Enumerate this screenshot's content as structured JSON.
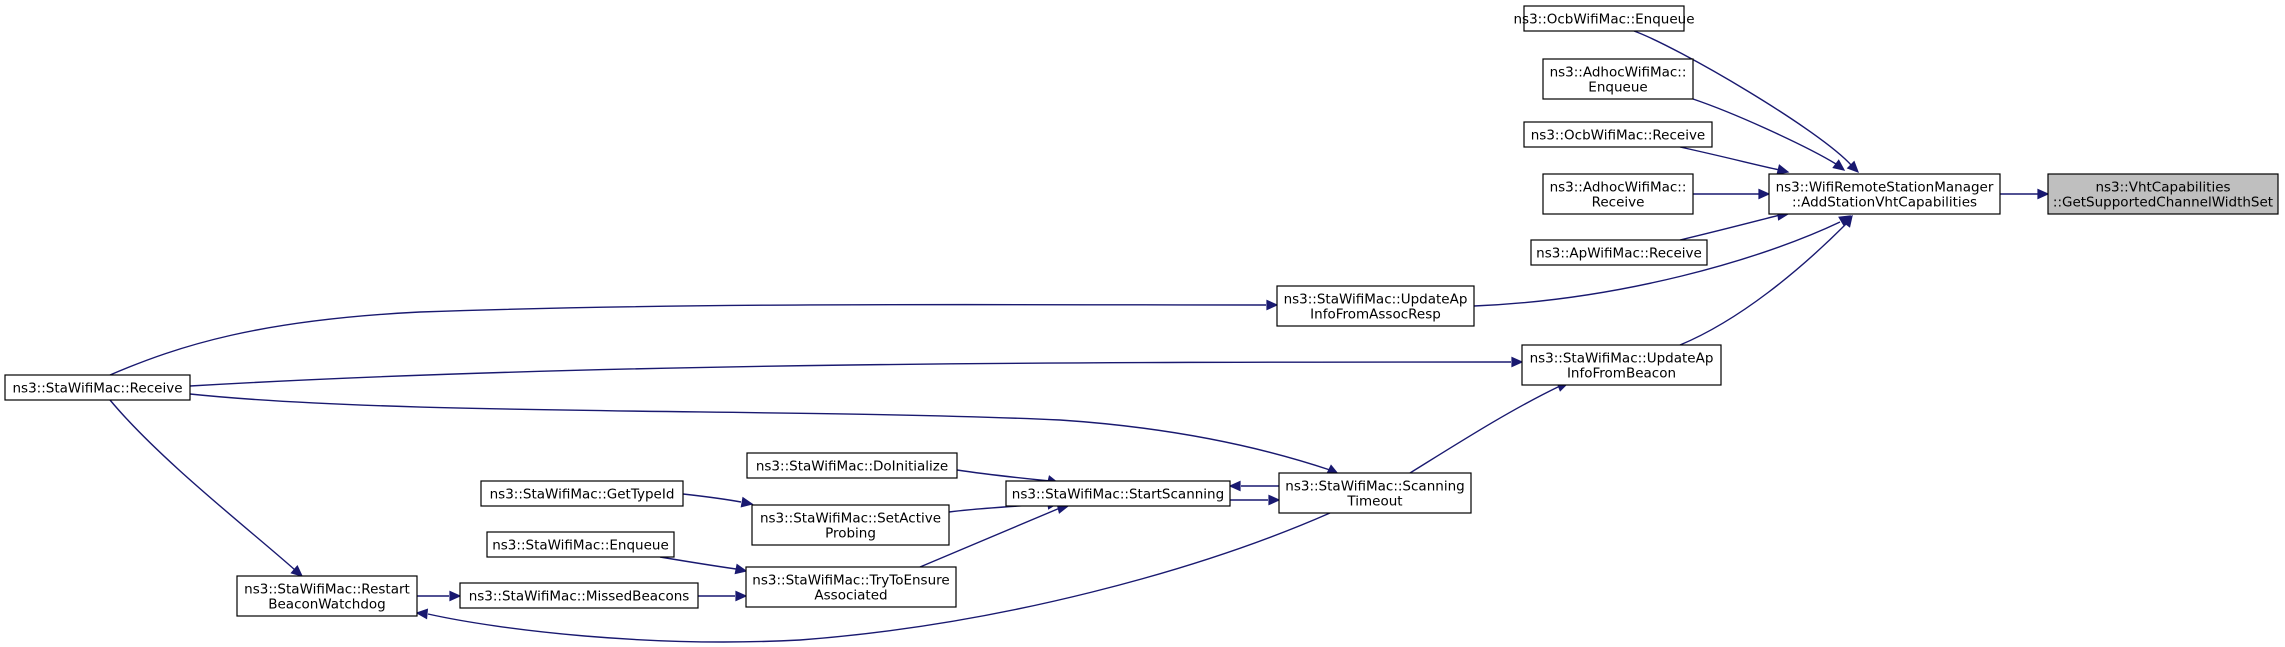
{
  "graph": {
    "nodes": [
      {
        "id": "n0",
        "name": "node-vht-get-supported-channel-width-set",
        "lines": [
          "ns3::VhtCapabilities",
          "::GetSupportedChannelWidthSet"
        ],
        "highlight": true
      },
      {
        "id": "n1",
        "name": "node-wifi-remote-station-manager-add-station-vht-capabilities",
        "lines": [
          "ns3::WifiRemoteStationManager",
          "::AddStationVhtCapabilities"
        ]
      },
      {
        "id": "n2",
        "name": "node-ocb-wifi-mac-enqueue",
        "lines": [
          "ns3::OcbWifiMac::Enqueue"
        ]
      },
      {
        "id": "n3",
        "name": "node-adhoc-wifi-mac-enqueue",
        "lines": [
          "ns3::AdhocWifiMac::",
          "Enqueue"
        ]
      },
      {
        "id": "n4",
        "name": "node-ocb-wifi-mac-receive",
        "lines": [
          "ns3::OcbWifiMac::Receive"
        ]
      },
      {
        "id": "n5",
        "name": "node-adhoc-wifi-mac-receive",
        "lines": [
          "ns3::AdhocWifiMac::",
          "Receive"
        ]
      },
      {
        "id": "n6",
        "name": "node-ap-wifi-mac-receive",
        "lines": [
          "ns3::ApWifiMac::Receive"
        ]
      },
      {
        "id": "n7",
        "name": "node-sta-wifi-mac-update-ap-info-from-assoc-resp",
        "lines": [
          "ns3::StaWifiMac::UpdateAp",
          "InfoFromAssocResp"
        ]
      },
      {
        "id": "n8",
        "name": "node-sta-wifi-mac-update-ap-info-from-beacon",
        "lines": [
          "ns3::StaWifiMac::UpdateAp",
          "InfoFromBeacon"
        ]
      },
      {
        "id": "n9",
        "name": "node-sta-wifi-mac-receive",
        "lines": [
          "ns3::StaWifiMac::Receive"
        ]
      },
      {
        "id": "n10",
        "name": "node-sta-wifi-mac-scanning-timeout",
        "lines": [
          "ns3::StaWifiMac::Scanning",
          "Timeout"
        ]
      },
      {
        "id": "n11",
        "name": "node-sta-wifi-mac-start-scanning",
        "lines": [
          "ns3::StaWifiMac::StartScanning"
        ]
      },
      {
        "id": "n12",
        "name": "node-sta-wifi-mac-do-initialize",
        "lines": [
          "ns3::StaWifiMac::DoInitialize"
        ]
      },
      {
        "id": "n13",
        "name": "node-sta-wifi-mac-set-active-probing",
        "lines": [
          "ns3::StaWifiMac::SetActive",
          "Probing"
        ]
      },
      {
        "id": "n14",
        "name": "node-sta-wifi-mac-get-type-id",
        "lines": [
          "ns3::StaWifiMac::GetTypeId"
        ]
      },
      {
        "id": "n15",
        "name": "node-sta-wifi-mac-try-to-ensure-associated",
        "lines": [
          "ns3::StaWifiMac::TryToEnsure",
          "Associated"
        ]
      },
      {
        "id": "n16",
        "name": "node-sta-wifi-mac-enqueue",
        "lines": [
          "ns3::StaWifiMac::Enqueue"
        ]
      },
      {
        "id": "n17",
        "name": "node-sta-wifi-mac-restart-beacon-watchdog",
        "lines": [
          "ns3::StaWifiMac::Restart",
          "BeaconWatchdog"
        ]
      },
      {
        "id": "n18",
        "name": "node-sta-wifi-mac-missed-beacons",
        "lines": [
          "ns3::StaWifiMac::MissedBeacons"
        ]
      }
    ],
    "edges": [
      {
        "from": "n2",
        "to": "n1"
      },
      {
        "from": "n3",
        "to": "n1"
      },
      {
        "from": "n4",
        "to": "n1"
      },
      {
        "from": "n5",
        "to": "n1"
      },
      {
        "from": "n6",
        "to": "n1"
      },
      {
        "from": "n7",
        "to": "n1"
      },
      {
        "from": "n8",
        "to": "n1"
      },
      {
        "from": "n1",
        "to": "n0"
      },
      {
        "from": "n9",
        "to": "n7"
      },
      {
        "from": "n9",
        "to": "n8"
      },
      {
        "from": "n10",
        "to": "n8"
      },
      {
        "from": "n9",
        "to": "n10"
      },
      {
        "from": "n11",
        "to": "n10"
      },
      {
        "from": "n10",
        "to": "n11"
      },
      {
        "from": "n12",
        "to": "n11"
      },
      {
        "from": "n13",
        "to": "n11"
      },
      {
        "from": "n15",
        "to": "n11"
      },
      {
        "from": "n14",
        "to": "n13"
      },
      {
        "from": "n16",
        "to": "n15"
      },
      {
        "from": "n18",
        "to": "n15"
      },
      {
        "from": "n17",
        "to": "n18"
      },
      {
        "from": "n9",
        "to": "n17"
      },
      {
        "from": "n10",
        "to": "n17"
      }
    ]
  }
}
